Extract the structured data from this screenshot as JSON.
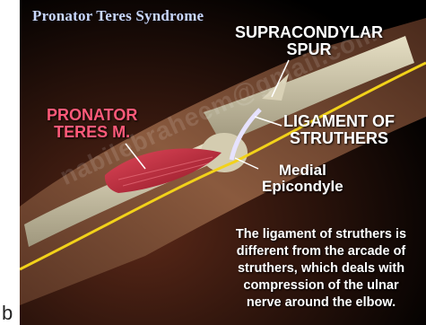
{
  "figure_letter": "b",
  "title": "Pronator Teres Syndrome",
  "labels": {
    "supracondylar_spur_line1": "SUPRACONDYLAR",
    "supracondylar_spur_line2": "SPUR",
    "pronator_teres_line1": "PRONATOR",
    "pronator_teres_line2": "TERES M.",
    "ligament_line1": "LIGAMENT OF",
    "ligament_line2": "STRUTHERS",
    "medial_line1": "Medial",
    "medial_line2": "Epicondyle"
  },
  "note_lines": [
    "The ligament of struthers is",
    "different from the arcade of",
    "struthers, which deals with",
    "compression of the ulnar",
    "nerve around the elbow."
  ],
  "watermark": "nabilebraheem@gmail.com",
  "colors": {
    "title": "#c9d8ff",
    "pronator_label": "#ff5a7a",
    "note_text": "#ffffff",
    "nerve": "#f2d21a",
    "muscle": "#c8283c",
    "bone": "#c9c2a8"
  }
}
